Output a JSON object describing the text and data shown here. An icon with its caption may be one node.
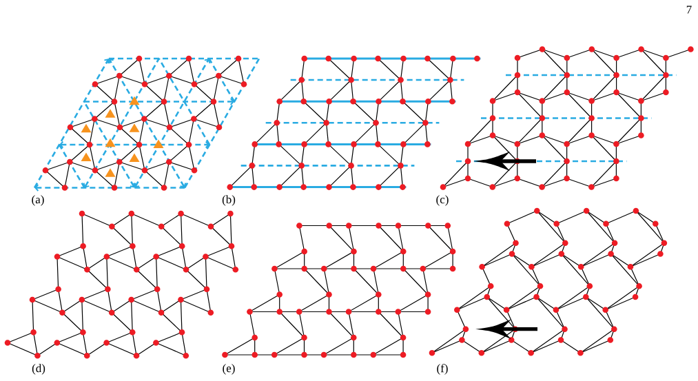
{
  "diagram": {
    "labels": [
      "7",
      "(a)",
      "(b)",
      "(c)",
      "(d)",
      "(e)",
      "(f)"
    ]
  }
}
